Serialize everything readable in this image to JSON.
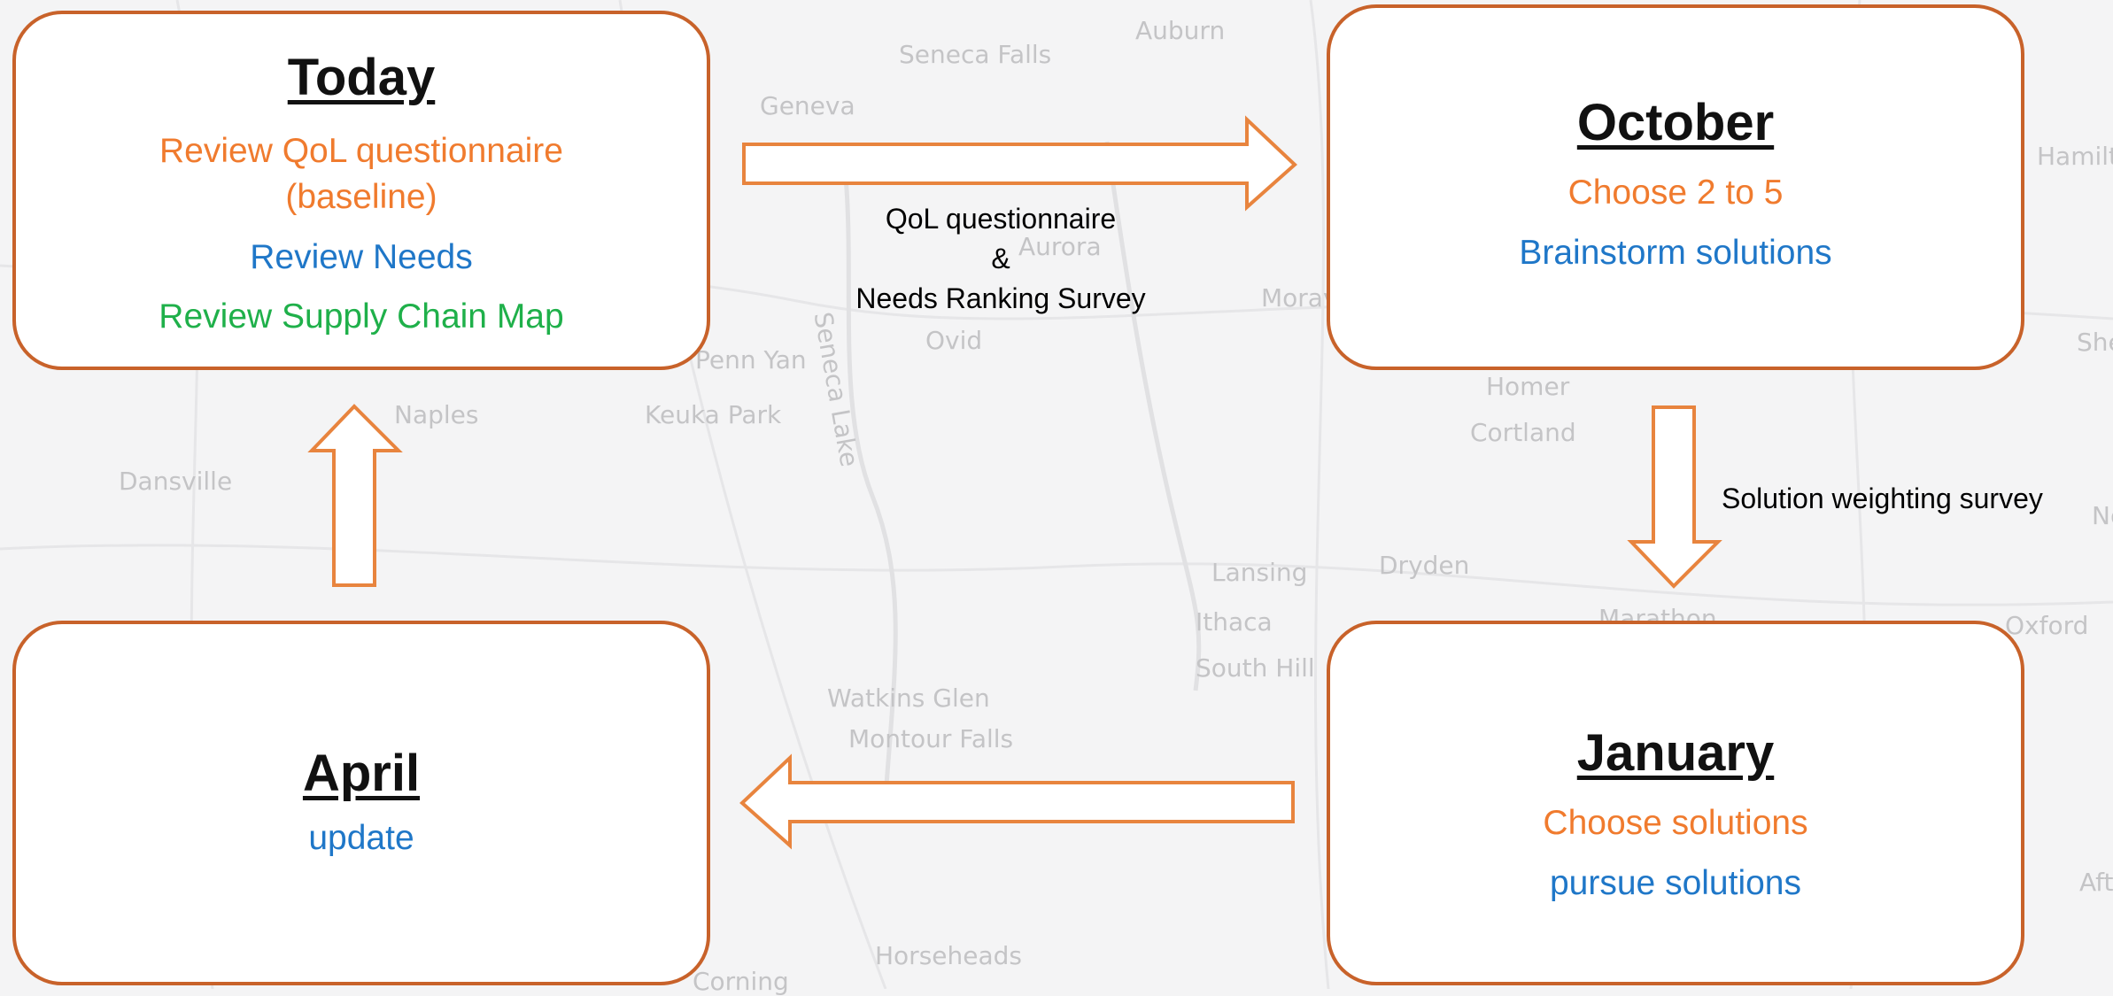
{
  "colors": {
    "border": "#c8622a",
    "arrow": "#e8843e",
    "orange_text": "#f07b2e",
    "blue_text": "#1f77c8",
    "green_text": "#1fb04a",
    "map_label": "#c4c4c6"
  },
  "map_labels": [
    "Seneca Falls",
    "Auburn",
    "Geneva",
    "Aurora",
    "Ovid",
    "Penn Yan",
    "Naples",
    "Keuka Park",
    "Dansville",
    "Seneca Lake",
    "Moravia",
    "Homer",
    "Cortland",
    "Lansing",
    "Dryden",
    "Ithaca",
    "South Hill",
    "Watkins Glen",
    "Montour Falls",
    "Horseheads",
    "Corning",
    "Oxford",
    "Hamilton",
    "Norwich",
    "Sherburne",
    "Afton",
    "Marathon"
  ],
  "boxes": {
    "today": {
      "title": "Today",
      "lines": [
        "Review QoL questionnaire",
        "(baseline)",
        "Review Needs",
        "Review Supply Chain Map"
      ]
    },
    "october": {
      "title": "October",
      "lines": [
        "Choose 2 to 5",
        "Brainstorm solutions"
      ]
    },
    "january": {
      "title": "January",
      "lines": [
        "Choose solutions",
        "pursue solutions"
      ]
    },
    "april": {
      "title": "April",
      "lines": [
        "update"
      ]
    }
  },
  "arrow_labels": {
    "today_to_october": [
      "QoL questionnaire",
      "&",
      "Needs Ranking Survey"
    ],
    "october_to_january": "Solution weighting survey"
  },
  "flow": [
    "Today",
    "October",
    "January",
    "April",
    "Today"
  ]
}
